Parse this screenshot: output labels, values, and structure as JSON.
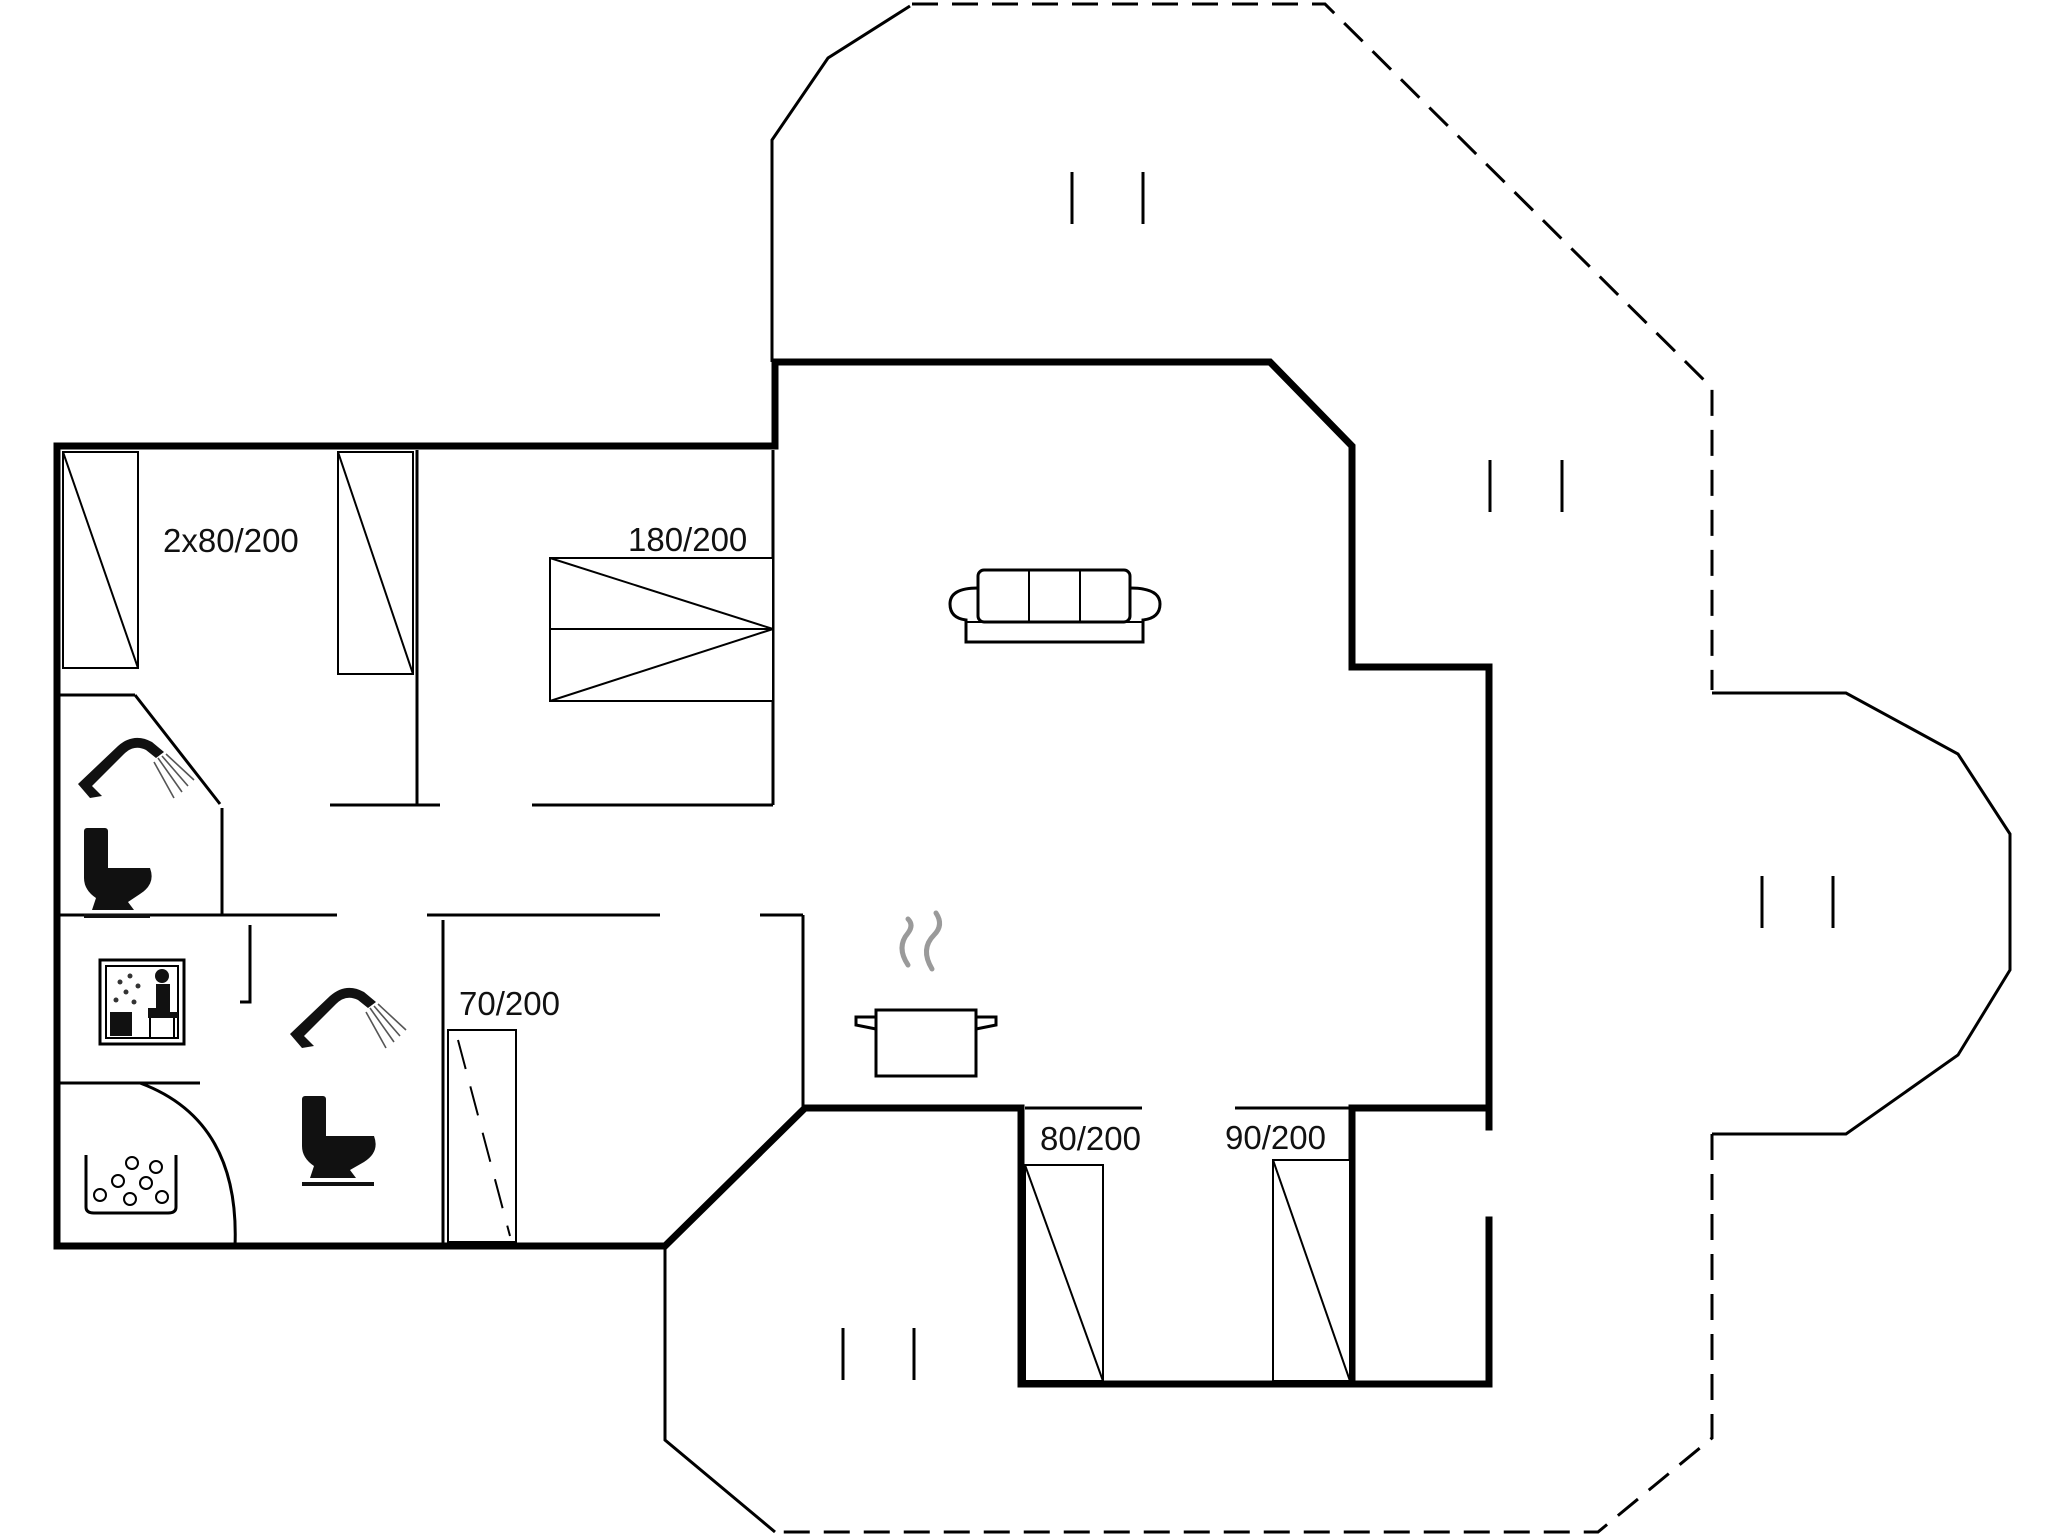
{
  "plan": {
    "bed_labels": {
      "room1": "2x80/200",
      "room2": "180/200",
      "room3": "70/200",
      "room4": "80/200",
      "room5": "90/200"
    },
    "icons": [
      "shower-icon",
      "toilet-icon",
      "sauna-icon",
      "whirlpool-icon",
      "sofa-icon",
      "cooking-pot-icon",
      "terrace-marker-icon"
    ]
  }
}
